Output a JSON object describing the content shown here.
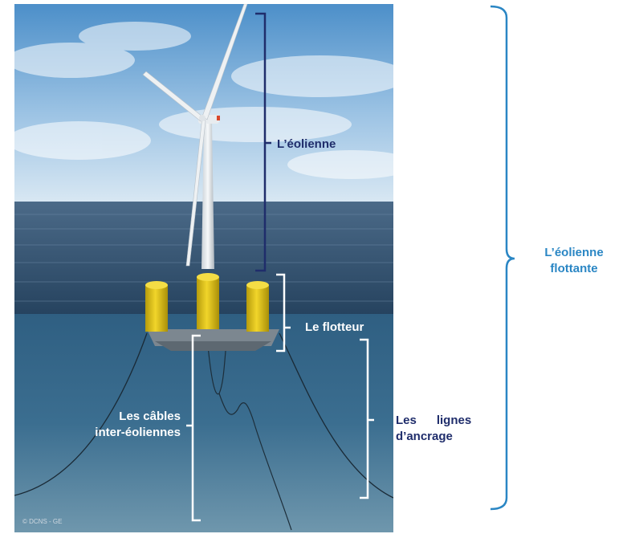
{
  "labels": {
    "eolienne": "L’éolienne",
    "flotteur": "Le flotteur",
    "cables_line1": "Les câbles",
    "cables_line2": "inter-éoliennes",
    "lignes_line1": "Les      lignes",
    "lignes_line2": "d’ancrage",
    "flottante_line1": "L’éolienne",
    "flottante_line2": "flottante"
  },
  "copyright": "© DCNS - GE",
  "colors": {
    "dark_label": "#1f2d6b",
    "blue_label": "#2a86c4",
    "white_label": "#ffffff"
  }
}
